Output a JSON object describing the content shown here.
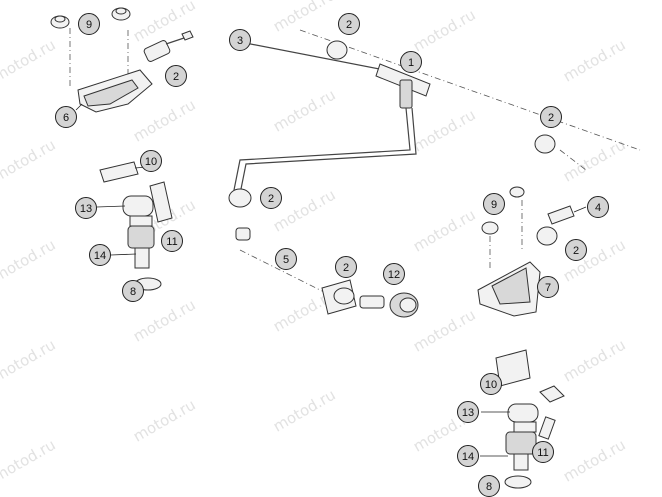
{
  "watermark_text": "motod.ru",
  "callouts": [
    {
      "label": "9"
    },
    {
      "label": "2"
    },
    {
      "label": "2"
    },
    {
      "label": "6"
    },
    {
      "label": "3"
    },
    {
      "label": "1"
    },
    {
      "label": "2"
    },
    {
      "label": "2"
    },
    {
      "label": "10"
    },
    {
      "label": "13"
    },
    {
      "label": "11"
    },
    {
      "label": "14"
    },
    {
      "label": "8"
    },
    {
      "label": "5"
    },
    {
      "label": "2"
    },
    {
      "label": "12"
    },
    {
      "label": "9"
    },
    {
      "label": "4"
    },
    {
      "label": "2"
    },
    {
      "label": "7"
    },
    {
      "label": "10"
    },
    {
      "label": "13"
    },
    {
      "label": "11"
    },
    {
      "label": "14"
    },
    {
      "label": "8"
    }
  ]
}
